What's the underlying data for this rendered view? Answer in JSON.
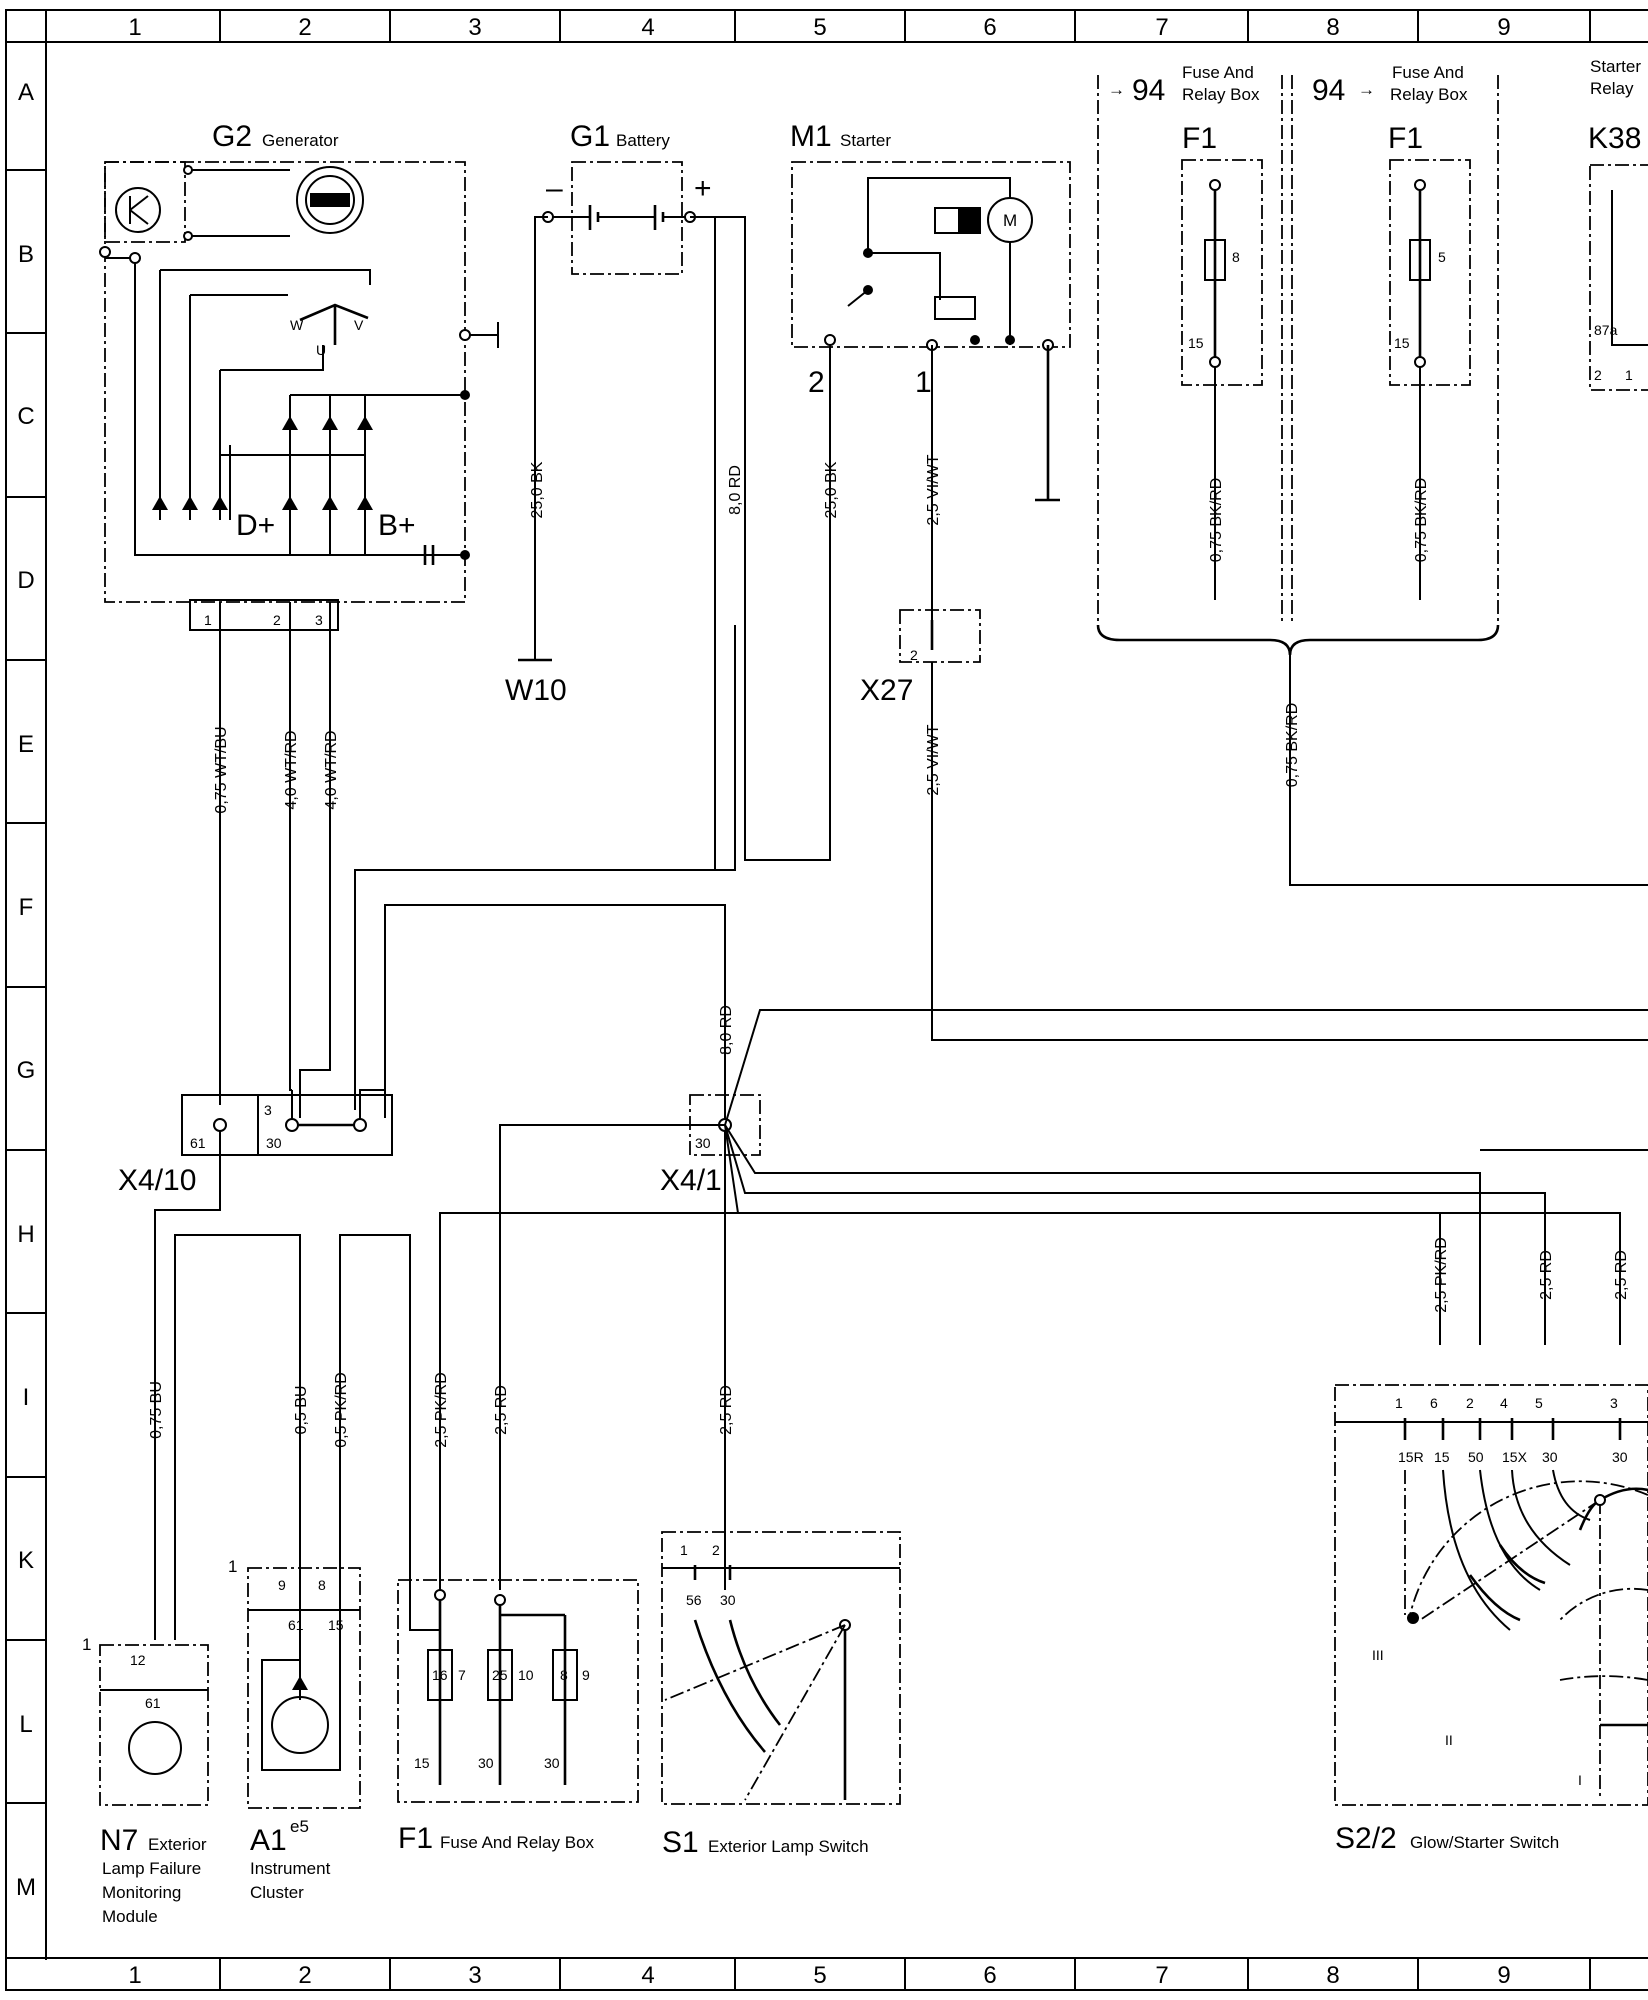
{
  "grid": {
    "columns": [
      "1",
      "2",
      "3",
      "4",
      "5",
      "6",
      "7",
      "8",
      "9"
    ],
    "rows": [
      "A",
      "B",
      "C",
      "D",
      "E",
      "F",
      "G",
      "H",
      "I",
      "K",
      "L",
      "M"
    ]
  },
  "components": {
    "G2": {
      "code": "G2",
      "name": "Generator",
      "labels": [
        "D+",
        "B+",
        "W",
        "V",
        "U"
      ]
    },
    "G1": {
      "code": "G1",
      "name": "Battery",
      "plus": "+",
      "minus": "–"
    },
    "M1": {
      "code": "M1",
      "name": "Starter",
      "motor": "M",
      "pin1": "1",
      "pin2": "2"
    },
    "F1_top_a": {
      "ref": "94",
      "code": "F1",
      "name_line1": "Fuse And",
      "name_line2": "Relay Box",
      "fuse": "8",
      "terminal": "15"
    },
    "F1_top_b": {
      "ref": "94",
      "code": "F1",
      "name_line1": "Fuse And",
      "name_line2": "Relay Box",
      "fuse": "5",
      "terminal": "15"
    },
    "K38": {
      "code": "K38",
      "name_line1": "Starter",
      "name_line2": "Relay",
      "pin_a": "87a",
      "pin_b": "2",
      "pin_c": "1"
    },
    "W10": {
      "code": "W10"
    },
    "X27": {
      "code": "X27",
      "pin": "2"
    },
    "X4_10": {
      "code": "X4/10",
      "pins": [
        "61",
        "3",
        "30"
      ]
    },
    "X4_1": {
      "code": "X4/1",
      "pin": "30"
    },
    "N7": {
      "code": "N7",
      "name_line1": "Exterior",
      "name_line2": "Lamp Failure",
      "name_line3": "Monitoring",
      "name_line4": "Module",
      "conn_pin": "12",
      "terminal": "61",
      "index": "1"
    },
    "A1": {
      "code": "A1",
      "sub": "e5",
      "name_line1": "Instrument",
      "name_line2": "Cluster",
      "index": "1",
      "pins": [
        "9",
        "8"
      ],
      "terms": [
        "61",
        "15"
      ]
    },
    "F1_bottom": {
      "code": "F1",
      "name": "Fuse And Relay Box",
      "fuses": [
        "16",
        "25",
        "8"
      ],
      "fuse_nums": [
        "7",
        "10",
        "9"
      ],
      "terminals": [
        "15",
        "30",
        "30"
      ]
    },
    "S1": {
      "code": "S1",
      "name": "Exterior Lamp Switch",
      "pins": [
        "1",
        "2"
      ],
      "terms": [
        "56",
        "30"
      ]
    },
    "S2_2": {
      "code": "S2/2",
      "name": "Glow/Starter Switch",
      "pins": [
        "1",
        "6",
        "2",
        "4",
        "5",
        "3"
      ],
      "terms": [
        "15R",
        "15",
        "50",
        "15X",
        "30",
        "30"
      ],
      "positions": [
        "III",
        "II",
        "I"
      ]
    }
  },
  "wires": {
    "w1": "0,75 WT/BU",
    "w2": "4,0 WT/RD",
    "w3": "4,0 WT/RD",
    "w4": "25,0 BK",
    "w5": "8,0 RD",
    "w6": "25,0 BK",
    "w7": "2,5 VI/WT",
    "w8": "2,5 VI/WT",
    "w9": "0,75 BK/RD",
    "w10": "0,75 BK/RD",
    "w11": "0,75 BK/RD",
    "w12": "8,0 RD",
    "w13": "2,5 PK/RD",
    "w14": "2,5 RD",
    "w15": "2,5 RD",
    "w16": "0,75 BU",
    "w17": "0,5 BU",
    "w18": "0,5 PK/RD",
    "w19": "2,5 PK/RD",
    "w20": "2,5 RD",
    "w21": "2,5 RD"
  },
  "connector_pins": {
    "g2_1": "1",
    "g2_2": "2",
    "g2_3": "3"
  }
}
